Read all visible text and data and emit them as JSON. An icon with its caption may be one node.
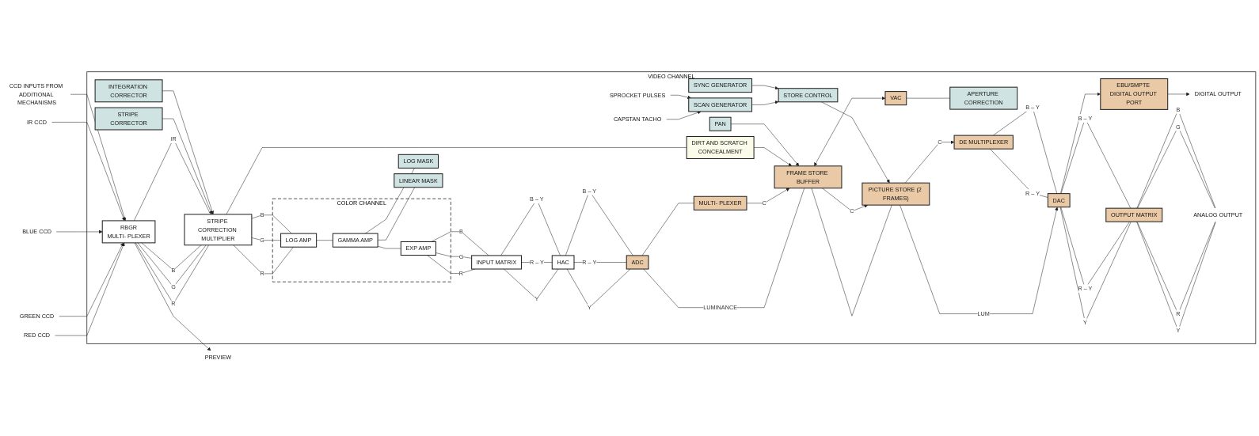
{
  "diagram": {
    "nodes": [
      {
        "text": [
          "VIDEO CHANNEL"
        ]
      },
      {
        "text": [
          "RED CCD"
        ]
      },
      {
        "text": [
          "GREEN CCD"
        ]
      },
      {
        "text": [
          "BLUE CCD"
        ]
      },
      {
        "text": [
          "IR CCD"
        ]
      },
      {
        "text": [
          "PREVIEW"
        ]
      },
      {
        "text": [
          "CCD INPUTS FROM ADDITIONAL MECHANISMS"
        ]
      },
      {
        "text": [
          "RBGR",
          "MULTI- PLEXER"
        ],
        "in": 0
      },
      {
        "text": [
          "STRIPE CORRECTOR"
        ],
        "in": 0
      },
      {
        "text": [
          "STRIPE CORRECTION MULTIPLIER"
        ],
        "in": 0
      },
      {
        "text": [
          "INTEGRATION CORRECTOR"
        ],
        "in": 0
      },
      {
        "text": [
          "DIRT AND SCRATCH CONCEALMENT"
        ],
        "in": 0
      },
      {
        "text": [
          "COLOR CHANNEL"
        ],
        "in": 0
      },
      {
        "text": [
          "LOG AMP"
        ],
        "in": 12
      },
      {
        "text": [
          "GAMMA AMP"
        ],
        "in": 12
      },
      {
        "text": [
          "EXP AMP"
        ],
        "in": 12
      },
      {
        "text": [
          "LOG MASK"
        ],
        "in": 0
      },
      {
        "text": [
          "LINEAR MASK"
        ],
        "in": 0
      },
      {
        "text": [
          "INPUT MATRIX"
        ],
        "in": 0
      },
      {
        "text": [
          "HAC"
        ],
        "in": 0
      },
      {
        "text": [
          "ADC"
        ],
        "in": 0
      },
      {
        "text": [
          "MULTI- PLEXER"
        ],
        "in": 0
      },
      {
        "text": [
          "APERTURE CORRECTION"
        ],
        "in": 0
      },
      {
        "text": [
          "VAC"
        ],
        "in": 0
      },
      {
        "text": [
          "FRAME STORE BUFFER"
        ],
        "in": 0
      },
      {
        "text": [
          "PAN"
        ],
        "in": 0
      },
      {
        "text": [
          "PICTURE STORE (2 FRAMES)"
        ],
        "in": 0
      },
      {
        "text": [
          "DE MULTIPLEXER"
        ],
        "in": 0
      },
      {
        "text": [
          "EBU/SMPTE DIGITAL OUTPUT PORT"
        ],
        "in": 0
      },
      {
        "text": [
          "DIGITAL OUTPUT"
        ],
        "in": 0
      },
      {
        "text": [
          "DAC"
        ],
        "in": 0
      },
      {
        "text": [
          "OUTPUT MATRIX"
        ],
        "in": 0
      },
      {
        "text": [
          "ANALOG OUTPUT"
        ],
        "in": 0
      },
      {
        "text": [
          "CAPSTAN TACHO"
        ],
        "in": 0
      },
      {
        "text": [
          "SCAN GENERATOR"
        ],
        "in": 0
      },
      {
        "text": [
          "SPROCKET PULSES"
        ],
        "in": 0
      },
      {
        "text": [
          "STORE CONTROL"
        ],
        "in": 0
      },
      {
        "text": [
          "SYNC GENERATOR"
        ],
        "in": 0
      }
    ],
    "edges": [
      {
        "from": 1,
        "to": 7,
        "arrow": "to"
      },
      {
        "from": 2,
        "to": 7,
        "arrow": "to"
      },
      {
        "from": 3,
        "to": 7,
        "arrow": "to"
      },
      {
        "from": 4,
        "to": 7,
        "arrow": "to"
      },
      {
        "from": 7,
        "to": 5,
        "arrow": "to"
      },
      {
        "from": 6,
        "to": 7,
        "arrow": "to"
      },
      {
        "from": 7,
        "to": 9,
        "label": "R",
        "arrow": "none"
      },
      {
        "from": 7,
        "to": 9,
        "label": "G",
        "arrow": "none"
      },
      {
        "from": 7,
        "to": 9,
        "label": "B",
        "arrow": "none"
      },
      {
        "from": 7,
        "to": 9,
        "label": "IR",
        "arrow": "none"
      },
      {
        "from": 8,
        "to": 9,
        "arrow": "to"
      },
      {
        "from": 10,
        "to": 9,
        "arrow": "to"
      },
      {
        "from": 9,
        "to": 11,
        "arrow": "none"
      },
      {
        "from": 9,
        "to": 13,
        "label": "R",
        "arrow": "none"
      },
      {
        "from": 9,
        "to": 13,
        "label": "G",
        "arrow": "none"
      },
      {
        "from": 9,
        "to": 13,
        "label": "B",
        "arrow": "none"
      },
      {
        "from": 13,
        "to": 14,
        "arrow": "none"
      },
      {
        "from": 14,
        "to": 15,
        "arrow": "none"
      },
      {
        "from": 14,
        "to": 16,
        "arrow": "none"
      },
      {
        "from": 14,
        "to": 17,
        "arrow": "none"
      },
      {
        "from": 15,
        "to": 18,
        "label": "R",
        "arrow": "none"
      },
      {
        "from": 15,
        "to": 18,
        "label": "G",
        "arrow": "none"
      },
      {
        "from": 15,
        "to": 18,
        "label": "B",
        "arrow": "none"
      },
      {
        "from": 18,
        "to": 19,
        "label": "Y",
        "arrow": "none"
      },
      {
        "from": 18,
        "to": 19,
        "label": "R – Y",
        "arrow": "none"
      },
      {
        "from": 18,
        "to": 19,
        "label": "B – Y",
        "arrow": "none"
      },
      {
        "from": 19,
        "to": 20,
        "label": "Y",
        "arrow": "none"
      },
      {
        "from": 19,
        "to": 20,
        "label": "R – Y",
        "arrow": "none"
      },
      {
        "from": 19,
        "to": 20,
        "label": "B – Y",
        "arrow": "none"
      },
      {
        "from": 20,
        "to": 24,
        "label": "LUMINANCE",
        "arrow": "none"
      },
      {
        "from": 20,
        "to": 21,
        "arrow": "none"
      },
      {
        "from": 21,
        "to": 24,
        "label": "C",
        "arrow": "to"
      },
      {
        "from": 11,
        "to": 24,
        "arrow": "to"
      },
      {
        "from": 24,
        "to": 23,
        "arrow": "both"
      },
      {
        "from": 23,
        "to": 22,
        "arrow": "none"
      },
      {
        "from": 25,
        "to": 24,
        "arrow": "to"
      },
      {
        "from": 24,
        "to": 26,
        "arrow": "none"
      },
      {
        "from": 24,
        "to": 26,
        "label": "C",
        "arrow": "to"
      },
      {
        "from": 26,
        "to": 30,
        "label": "LUM",
        "arrow": "to"
      },
      {
        "from": 26,
        "to": 27,
        "label": "C",
        "arrow": "to"
      },
      {
        "from": 27,
        "to": 30,
        "label": "R – Y",
        "arrow": "none"
      },
      {
        "from": 27,
        "to": 30,
        "label": "B – Y",
        "arrow": "none"
      },
      {
        "from": 30,
        "to": 28,
        "arrow": "to"
      },
      {
        "from": 28,
        "to": 29,
        "arrow": "to"
      },
      {
        "from": 30,
        "to": 31,
        "label": "Y",
        "arrow": "none"
      },
      {
        "from": 30,
        "to": 31,
        "label": "R – Y",
        "arrow": "none"
      },
      {
        "from": 30,
        "to": 31,
        "label": "B – Y",
        "arrow": "none"
      },
      {
        "from": 31,
        "to": 32,
        "label": "Y",
        "arrow": "none"
      },
      {
        "from": 31,
        "to": 32,
        "label": "R",
        "arrow": "none"
      },
      {
        "from": 31,
        "to": 32,
        "label": "G",
        "arrow": "none"
      },
      {
        "from": 31,
        "to": 32,
        "label": "B",
        "arrow": "none"
      },
      {
        "from": 33,
        "to": 34,
        "arrow": "to"
      },
      {
        "from": 35,
        "to": 34,
        "arrow": "to"
      },
      {
        "from": 34,
        "to": 36,
        "arrow": "to"
      },
      {
        "from": 37,
        "to": 36,
        "arrow": "to"
      },
      {
        "from": 36,
        "to": 26,
        "arrow": "to"
      }
    ]
  }
}
